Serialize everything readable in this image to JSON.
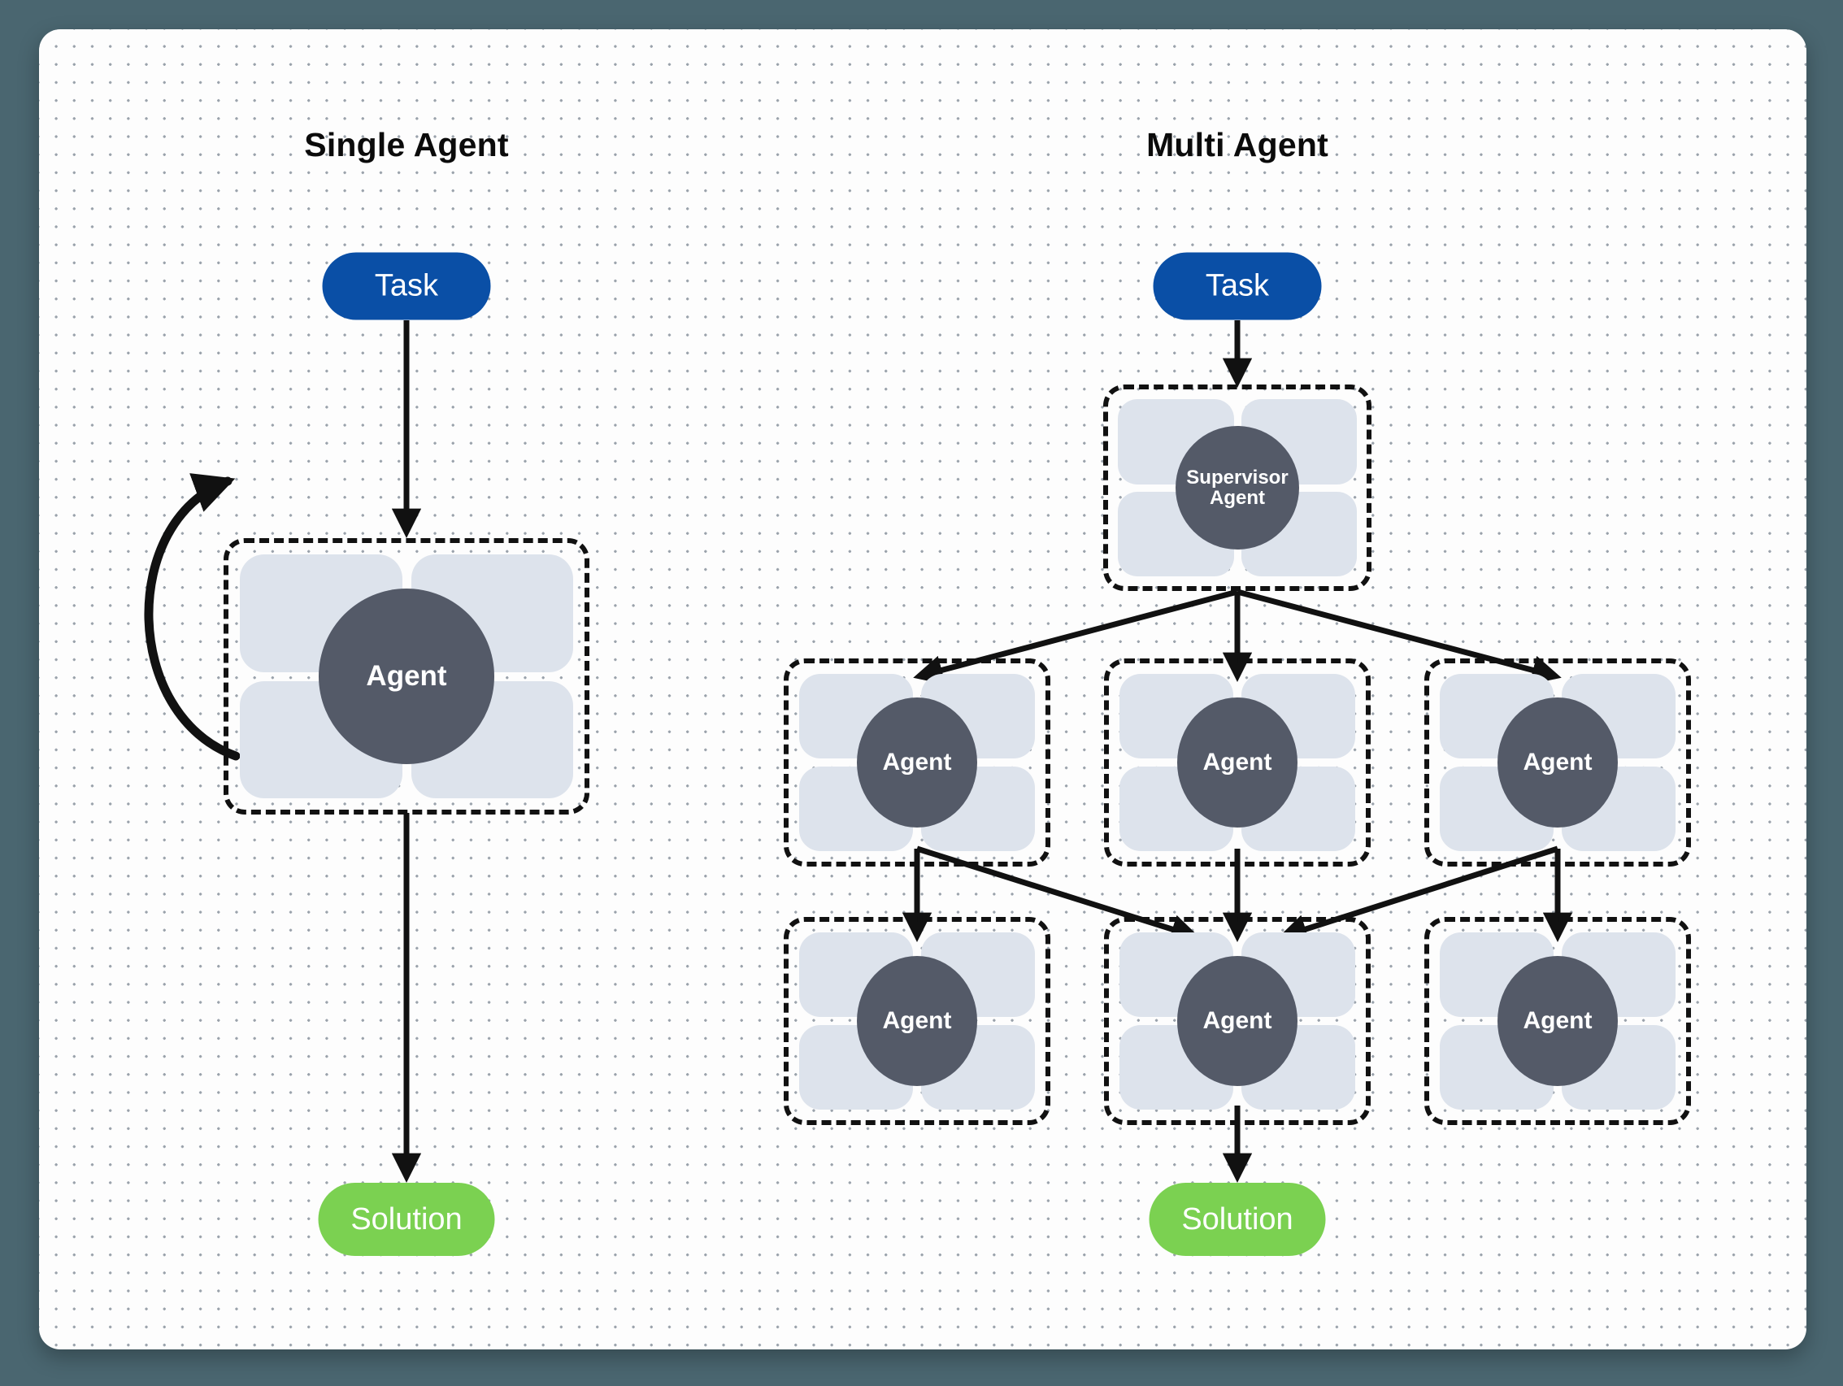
{
  "canvas": {
    "background_color": "#fdfdfd",
    "outer_background_color": "#4a6670",
    "dot_color": "#9aa2ab"
  },
  "colors": {
    "task_pill": "#0a4fa6",
    "solution_pill": "#7bd151",
    "agent_core": "#545a68",
    "agent_tile": "#dde3ec",
    "arrow": "#111111",
    "dashed_border": "#111111",
    "heading_text": "#0b0b0b",
    "pill_text": "#ffffff"
  },
  "panels": {
    "single": {
      "heading": "Single Agent",
      "task_label": "Task",
      "agent_label": "Agent",
      "solution_label": "Solution"
    },
    "multi": {
      "heading": "Multi Agent",
      "task_label": "Task",
      "supervisor_label_line1": "Supervisor",
      "supervisor_label_line2": "Agent",
      "row1": [
        {
          "label": "Agent"
        },
        {
          "label": "Agent"
        },
        {
          "label": "Agent"
        }
      ],
      "row2": [
        {
          "label": "Agent"
        },
        {
          "label": "Agent"
        },
        {
          "label": "Agent"
        }
      ],
      "solution_label": "Solution"
    }
  }
}
